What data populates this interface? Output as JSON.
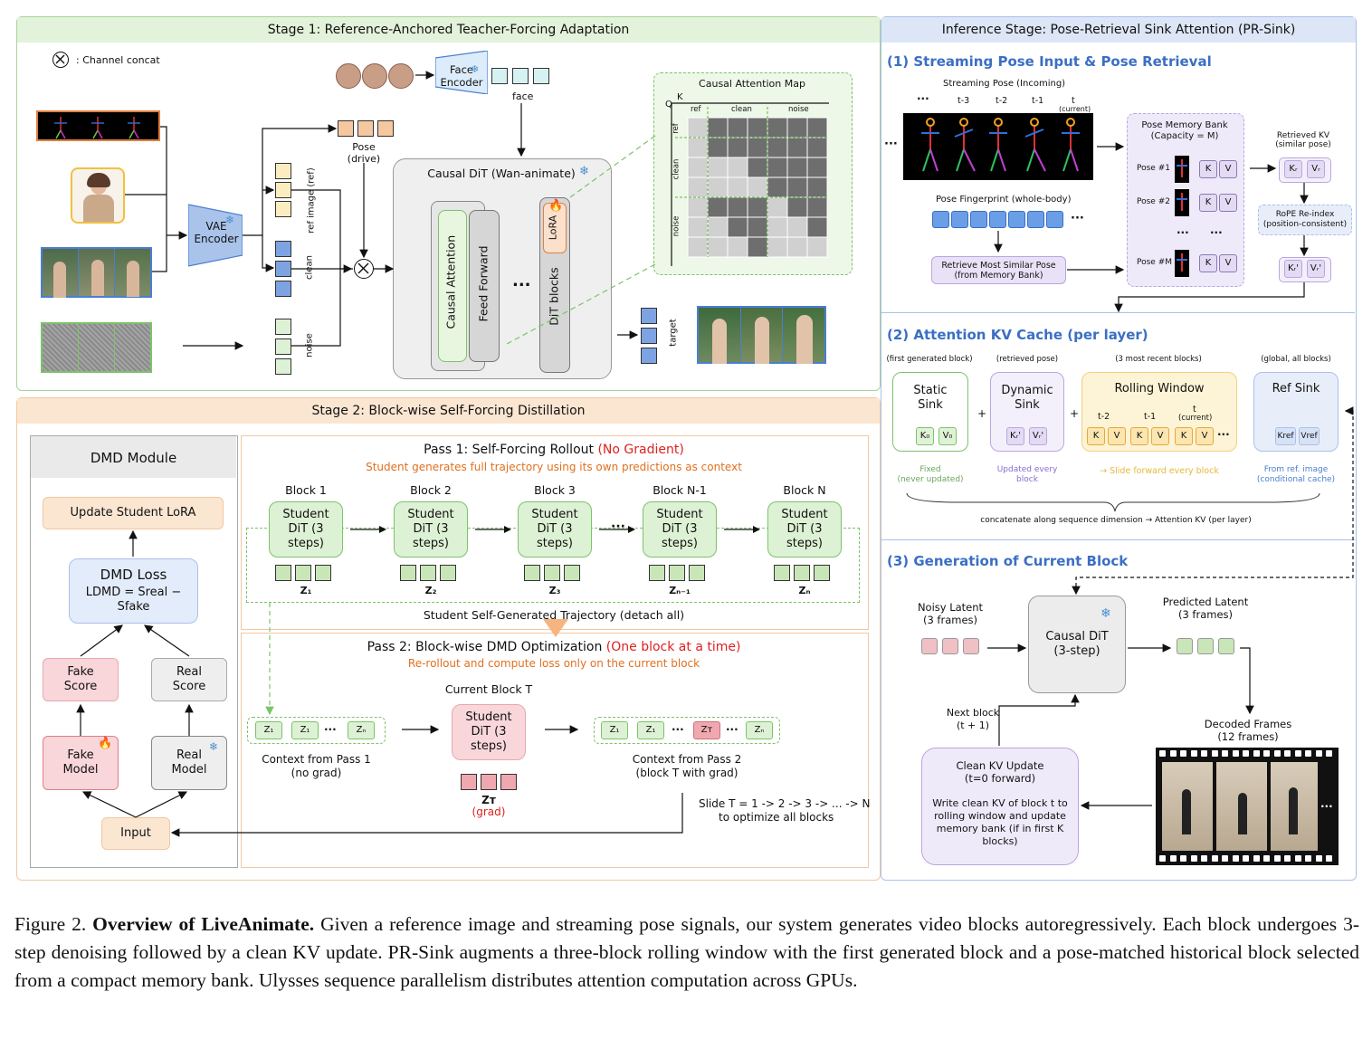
{
  "stage1": {
    "title": "Stage 1: Reference-Anchored Teacher-Forcing Adaptation",
    "concat_legend": ": Channel concat",
    "vae": "VAE Encoder",
    "face_encoder": "Face Encoder",
    "face": "face",
    "pose_drive": "Pose (drive)",
    "ref_image": "ref image (ref)",
    "clean": "clean",
    "noise": "noise",
    "dit_title": "Causal DiT (Wan-animate)",
    "causal_attention": "Causal Attention",
    "feed_forward": "Feed Forward",
    "dots": "...",
    "dit_blocks": "DiT blocks",
    "lora": "LoRA",
    "target": "target",
    "attn_map_title": "Causal Attention Map",
    "attn_q": "Q",
    "attn_k": "K",
    "attn_cols": [
      "ref",
      "clean",
      "noise"
    ],
    "attn_rows": [
      "ref",
      "clean",
      "noise"
    ]
  },
  "stage2": {
    "title": "Stage 2: Block-wise Self-Forcing Distillation",
    "dmd_title": "DMD Module",
    "update_lora": "Update Student LoRA",
    "dmd_loss": "DMD Loss",
    "dmd_formula": "LDMD = Sreal − Sfake",
    "fake_score": "Fake Score",
    "real_score": "Real Score",
    "fake_model": "Fake Model",
    "real_model": "Real Model",
    "input": "Input",
    "pass1_title": "Pass 1: Self-Forcing Rollout",
    "pass1_tag": "(No Gradient)",
    "pass1_sub": "Student generates full trajectory using its own predictions as context",
    "blocks": [
      {
        "label": "Block 1",
        "z": "Z₁"
      },
      {
        "label": "Block 2",
        "z": "Z₂"
      },
      {
        "label": "Block 3",
        "z": "Z₃"
      },
      {
        "label": "Block N-1",
        "z": "Zₙ₋₁"
      },
      {
        "label": "Block N",
        "z": "Zₙ"
      }
    ],
    "student_dit": "Student DiT (3 steps)",
    "trajectory": "Student Self-Generated Trajectory (detach all)",
    "pass2_title": "Pass 2: Block-wise DMD Optimization",
    "pass2_tag": "(One block at a time)",
    "pass2_sub": "Re-rollout and compute loss only on the current block",
    "current_block": "Current Block T",
    "zt": "Zᴛ",
    "grad": "(grad)",
    "ctx1": "Context from Pass 1",
    "ctx1_sub": "(no grad)",
    "ctx2": "Context from Pass 2",
    "ctx2_sub": "(block T with grad)",
    "slide": "Slide T = 1 -> 2 -> 3 -> ... -> N",
    "slide2": "to optimize all blocks",
    "ctx_tokens": [
      "Z₁",
      "Z₁",
      "Zₙ"
    ],
    "ctx2_tokens": [
      "Z₁",
      "Z₁",
      "Zᴛ",
      "Zₙ"
    ]
  },
  "inference": {
    "title": "Inference Stage: Pose-Retrieval Sink Attention (PR-Sink)",
    "s1": "(1)  Streaming Pose Input & Pose Retrieval",
    "streaming_pose": "Streaming Pose (Incoming)",
    "time_labels": [
      "t-3",
      "t-2",
      "t-1",
      "t"
    ],
    "current": "(current)",
    "fingerprint": "Pose Fingerprint (whole-body)",
    "retrieve": "Retrieve Most Similar Pose (from Memory Bank)",
    "memory_bank": "Pose Memory Bank",
    "capacity": "(Capacity = M)",
    "pose_rows": [
      "Pose #1",
      "Pose #2",
      "Pose #M"
    ],
    "retrieved_kv": "Retrieved KV",
    "similar_pose": "(similar pose)",
    "rope": "RoPE Re-index",
    "rope_sub": "(position-consistent)",
    "s2": "(2)  Attention KV Cache (per layer)",
    "first_block": "(first generated block)",
    "retrieved_pose": "(retrieved pose)",
    "recent": "(3 most recent blocks)",
    "global": "(global, all blocks)",
    "static_sink": "Static Sink",
    "dynamic_sink": "Dynamic Sink",
    "rolling_window": "Rolling Window",
    "ref_sink": "Ref Sink",
    "fixed": "Fixed",
    "never_updated": "(never updated)",
    "updated_every": "Updated every block",
    "slide_forward": "→ Slide forward every block",
    "from_ref": "From ref. image (conditional cache)",
    "concat": "concatenate along sequence dimension → Attention KV (per layer)",
    "rw_labels": [
      "t-2",
      "t-1",
      "t"
    ],
    "s3": "(3)  Generation of Current Block",
    "noisy_latent": "Noisy Latent",
    "noisy_frames": "(3 frames)",
    "causal_dit": "Causal DiT",
    "causal_dit_sub": "(3-step)",
    "predicted_latent": "Predicted Latent",
    "predicted_frames": "(3 frames)",
    "decoded": "Decoded Frames",
    "decoded_frames": "(12 frames)",
    "next_block": "Next block",
    "next_block_sub": "(t + 1)",
    "clean_kv": "Clean KV Update",
    "clean_kv_sub": "(t=0 forward)",
    "clean_kv_desc": "Write clean KV of block t to rolling window and update memory bank (if in first K blocks)"
  },
  "caption": {
    "label": "Figure 2.",
    "bold": "Overview of LiveAnimate.",
    "text": "Given a reference image and streaming pose signals, our system generates video blocks autoregressively. Each block undergoes 3-step denoising followed by a clean KV update. PR-Sink augments a three-block rolling window with the first generated block and a pose-matched historical block selected from a compact memory bank. Ulysses sequence parallelism distributes attention computation across GPUs."
  },
  "colors": {
    "stage1_bg": "#e3f2da",
    "stage2_bg": "#fbe6d2",
    "infer_bg": "#dde6f6",
    "green": "#7cc36a",
    "blue": "#4a7fd0",
    "orange": "#f2b48a",
    "pink": "#f3c6cc",
    "purple": "#c9b8e6",
    "yellow": "#f6d37a"
  }
}
